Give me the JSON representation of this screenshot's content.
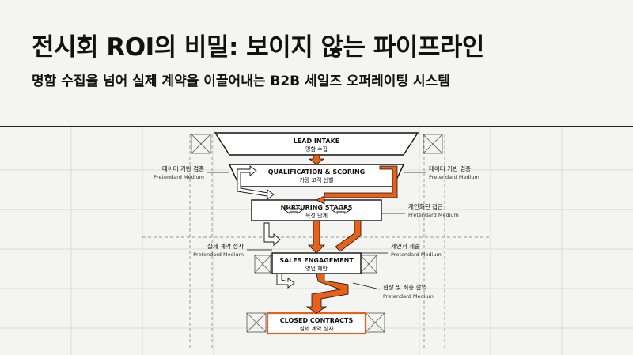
{
  "title": "전시회 ROI의 비밀: 보이지 않는 파이프라인",
  "subtitle": "명함 수집을 넘어 실제 계약을 이끌어내는 B2B 세일즈 오퍼레이팅 시스템",
  "stages": [
    {
      "title": "LEAD INTAKE",
      "sub": "명함 수집"
    },
    {
      "title": "QUALIFICATION & SCORING",
      "sub": "가망 고객 선별"
    },
    {
      "title": "NURTURING STAGES",
      "sub": "육성 단계"
    },
    {
      "title": "SALES ENGAGEMENT",
      "sub": "영업 제안"
    },
    {
      "title": "CLOSED CONTRACTS",
      "sub": "실제 계약 성사"
    }
  ],
  "annotations": [
    {
      "kr": "데이터 기반 검증",
      "en": "Pretendard Medium"
    },
    {
      "kr": "데이터 기반 검증",
      "en": "Pretendard Medium"
    },
    {
      "kr": "개인화된 접근",
      "en": "Pretendard Medium"
    },
    {
      "kr": "실제 계약 성사",
      "en": "Pretendard Medium"
    },
    {
      "kr": "제안서 제출",
      "en": "Pretendard Medium"
    },
    {
      "kr": "협상 및 최종 합의",
      "en": "Pretendard Medium"
    }
  ],
  "colors": {
    "accent": "#e8611a",
    "line": "#222222",
    "grid": "#d4d4d0",
    "background": "#f4f4f2"
  }
}
